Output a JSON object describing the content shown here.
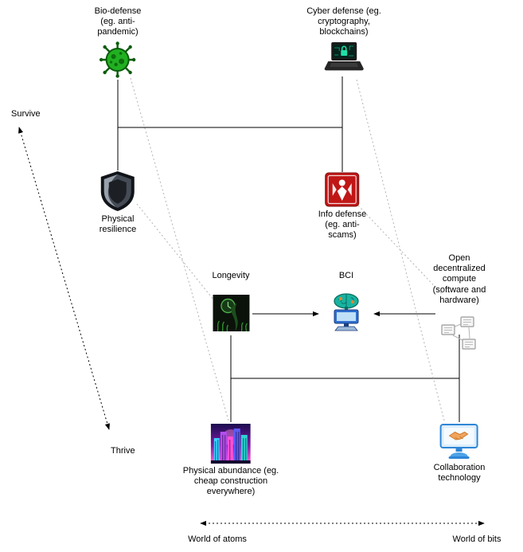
{
  "diagram": {
    "axes": {
      "survive_label": "Survive",
      "thrive_label": "Thrive",
      "atoms_label": "World of atoms",
      "bits_label": "World of bits"
    },
    "nodes": {
      "bio_defense": {
        "label": "Bio-defense\n(eg. anti-\npandemic)",
        "icon": "virus-icon"
      },
      "cyber_defense": {
        "label": "Cyber defense (eg.\ncryptography,\nblockchains)",
        "icon": "laptop-lock-icon"
      },
      "physical_resilience": {
        "label": "Physical\nresilience",
        "icon": "shield-icon"
      },
      "info_defense": {
        "label": "Info defense\n(eg. anti-\nscams)",
        "icon": "info-defense-icon"
      },
      "longevity": {
        "label": "Longevity",
        "icon": "longevity-icon"
      },
      "bci": {
        "label": "BCI",
        "icon": "brain-computer-icon"
      },
      "open_decentralized_compute": {
        "label": "Open decentralized\ncompute (software and\nhardware)",
        "icon": "circuit-boards-icon"
      },
      "physical_abundance": {
        "label": "Physical abundance (eg.\ncheap construction\neverywhere)",
        "icon": "neon-city-icon"
      },
      "collaboration_technology": {
        "label": "Collaboration\ntechnology",
        "icon": "monitor-handshake-icon"
      }
    },
    "edges": {
      "solid": [
        "bio_defense - physical_resilience",
        "bio_defense - cyber_defense",
        "cyber_defense - info_defense",
        "longevity -> bci",
        "open_decentralized_compute -> bci",
        "longevity - physical_abundance",
        "physical_abundance - collaboration_technology",
        "open_decentralized_compute - collaboration_technology"
      ],
      "dotted": [
        "bio_defense - physical_abundance",
        "physical_resilience - longevity",
        "cyber_defense - collaboration_technology",
        "info_defense - open_decentralized_compute"
      ]
    },
    "colors": {
      "background": "#ffffff",
      "solid_edge": "#000000",
      "dotted_edge": "#b3b3b3",
      "axis": "#000000",
      "virus_green": "#21b021",
      "cyber_teal": "#1fe0a8",
      "info_red": "#c01616",
      "bci_blue": "#2f6fd0",
      "collab_blue": "#2f86d6"
    }
  }
}
